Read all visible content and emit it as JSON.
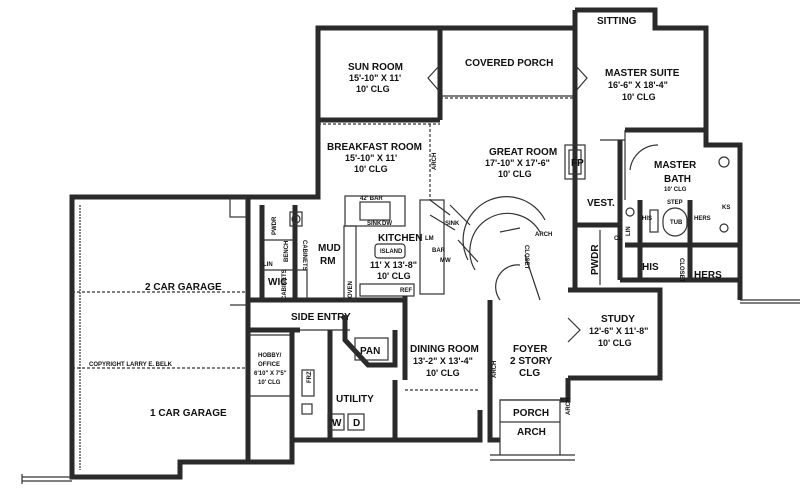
{
  "rooms": {
    "sun_room": {
      "name": "SUN ROOM",
      "dim": "15'-10\" X 11'",
      "clg": "10' CLG"
    },
    "covered_porch": {
      "name": "COVERED PORCH"
    },
    "sitting": {
      "name": "SITTING"
    },
    "master_suite": {
      "name": "MASTER SUITE",
      "dim": "16'-6\" X 18'-4\"",
      "clg": "10' CLG"
    },
    "breakfast_room": {
      "name": "BREAKFAST ROOM",
      "dim": "15'-10\" X 11'",
      "clg": "10' CLG"
    },
    "great_room": {
      "name": "GREAT ROOM",
      "dim": "17'-10\" X 17'-6\"",
      "clg": "10' CLG"
    },
    "master_bath": {
      "name": "MASTER",
      "name2": "BATH",
      "clg": "10' CLG"
    },
    "kitchen": {
      "name": "KITCHEN",
      "dim": "11' X 13'-8\"",
      "clg": "10' CLG"
    },
    "mud_rm": {
      "name": "MUD",
      "name2": "RM"
    },
    "pwdr_left": {
      "name": "PWDR"
    },
    "wic": {
      "name": "WIC"
    },
    "lin": {
      "name": "LIN"
    },
    "garage2": {
      "name": "2 CAR GARAGE"
    },
    "garage1": {
      "name": "1 CAR GARAGE"
    },
    "side_entry": {
      "name": "SIDE ENTRY"
    },
    "hobby_office": {
      "name": "HOBBY/",
      "name2": "OFFICE",
      "dim": "6'10\" X 7'5\"",
      "clg": "10' CLG"
    },
    "pan": {
      "name": "PAN"
    },
    "utility": {
      "name": "UTILITY"
    },
    "w": {
      "name": "W"
    },
    "d": {
      "name": "D"
    },
    "frz": {
      "name": "FRZ"
    },
    "dining_room": {
      "name": "DINING ROOM",
      "dim": "13'-2\" X 13'-4\"",
      "clg": "10' CLG"
    },
    "foyer": {
      "name": "FOYER",
      "name2": "2 STORY",
      "clg": "CLG"
    },
    "porch": {
      "name": "PORCH"
    },
    "arch_bottom": {
      "name": "ARCH"
    },
    "study": {
      "name": "STUDY",
      "dim": "12'-6\" X 11'-8\"",
      "clg": "10' CLG"
    },
    "vest": {
      "name": "VEST."
    },
    "pwdr_right": {
      "name": "PWDR"
    },
    "his_closet": {
      "name": "HIS"
    },
    "hers_closet": {
      "name": "HERS"
    },
    "fp": {
      "name": "FP"
    }
  },
  "fixtures": {
    "arch_great": "ARCH",
    "arch_right": "ARCH",
    "arch_dining": "ARCH",
    "arch_foyer": "ARCH",
    "closet": "CLOSET",
    "bar_42": "42' BAR",
    "island": "ISLAND",
    "ref": "REF",
    "oven": "OVEN",
    "mw": "MW",
    "dw": "DW",
    "sink": "SINK",
    "sink2": "SINK",
    "cabinets": "CABINETS",
    "bench": "BENCH",
    "cabinets2": "CABINETS",
    "his_sink": "HIS",
    "hers_sink": "HERS",
    "ks": "KS",
    "tub": "TUB",
    "step": "STEP",
    "lin_right": "LIN",
    "cl_right": "CL",
    "closet_right": "CLOSET",
    "lm": "LM",
    "bar_small": "BAR"
  },
  "copyright": "COPYRIGHT LARRY E. BELK"
}
